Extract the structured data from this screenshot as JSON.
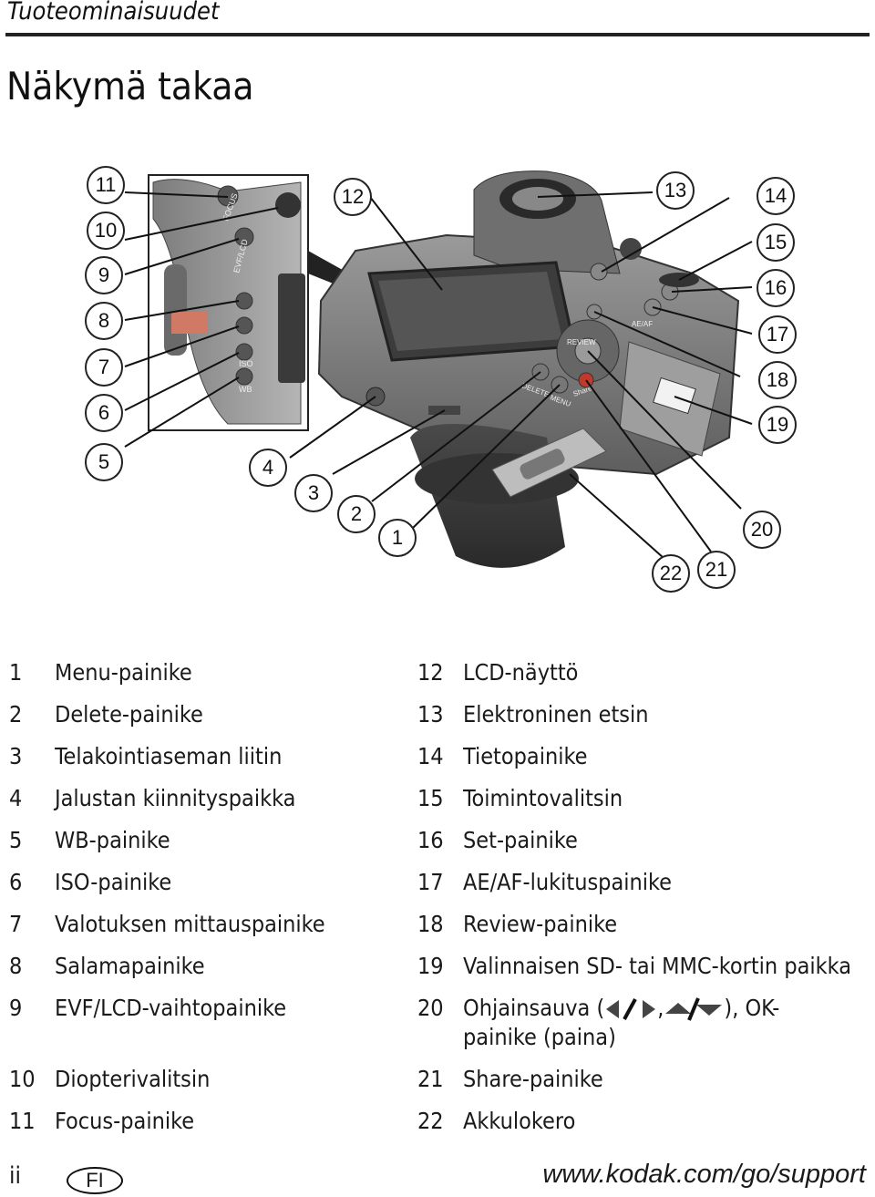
{
  "header": {
    "section": "Tuoteominaisuudet"
  },
  "page_title": "Näkymä takaa",
  "figure": {
    "callouts": [
      "1",
      "2",
      "3",
      "4",
      "5",
      "6",
      "7",
      "8",
      "9",
      "10",
      "11",
      "12",
      "13",
      "14",
      "15",
      "16",
      "17",
      "18",
      "19",
      "20",
      "21",
      "22"
    ],
    "camera_labels": {
      "focus": "FOCUS",
      "evf_lcd": "EVF/LCD",
      "iso": "ISO",
      "wb": "WB",
      "review": "REVIEW",
      "ae_af": "AE/AF",
      "delete": "DELETE",
      "menu": "MENU",
      "share": "Share"
    }
  },
  "legend": {
    "left": [
      {
        "num": "1",
        "label": "Menu-painike"
      },
      {
        "num": "2",
        "label": "Delete-painike"
      },
      {
        "num": "3",
        "label": "Telakointiaseman liitin"
      },
      {
        "num": "4",
        "label": "Jalustan kiinnityspaikka"
      },
      {
        "num": "5",
        "label": "WB-painike"
      },
      {
        "num": "6",
        "label": "ISO-painike"
      },
      {
        "num": "7",
        "label": "Valotuksen mittauspainike"
      },
      {
        "num": "8",
        "label": "Salamapainike"
      },
      {
        "num": "9",
        "label": "EVF/LCD-vaihtopainike"
      },
      {
        "num": "10",
        "label": "Diopterivalitsin"
      },
      {
        "num": "11",
        "label": "Focus-painike"
      }
    ],
    "right": [
      {
        "num": "12",
        "label": "LCD-näyttö"
      },
      {
        "num": "13",
        "label": "Elektroninen etsin"
      },
      {
        "num": "14",
        "label": "Tietopainike"
      },
      {
        "num": "15",
        "label": "Toimintovalitsin"
      },
      {
        "num": "16",
        "label": "Set-painike"
      },
      {
        "num": "17",
        "label": "AE/AF-lukituspainike"
      },
      {
        "num": "18",
        "label": "Review-painike"
      },
      {
        "num": "19",
        "label": "Valinnaisen SD- tai MMC-kortin paikka"
      },
      {
        "num": "20",
        "label_before": "Ohjainsauva (",
        "label_mid": ",",
        "label_after": "), OK-painike (paina)"
      },
      {
        "num": "21",
        "label": "Share-painike"
      },
      {
        "num": "22",
        "label": "Akkulokero"
      }
    ]
  },
  "footer": {
    "page": "ii",
    "language_badge": "FI",
    "url": "www.kodak.com/go/support"
  }
}
